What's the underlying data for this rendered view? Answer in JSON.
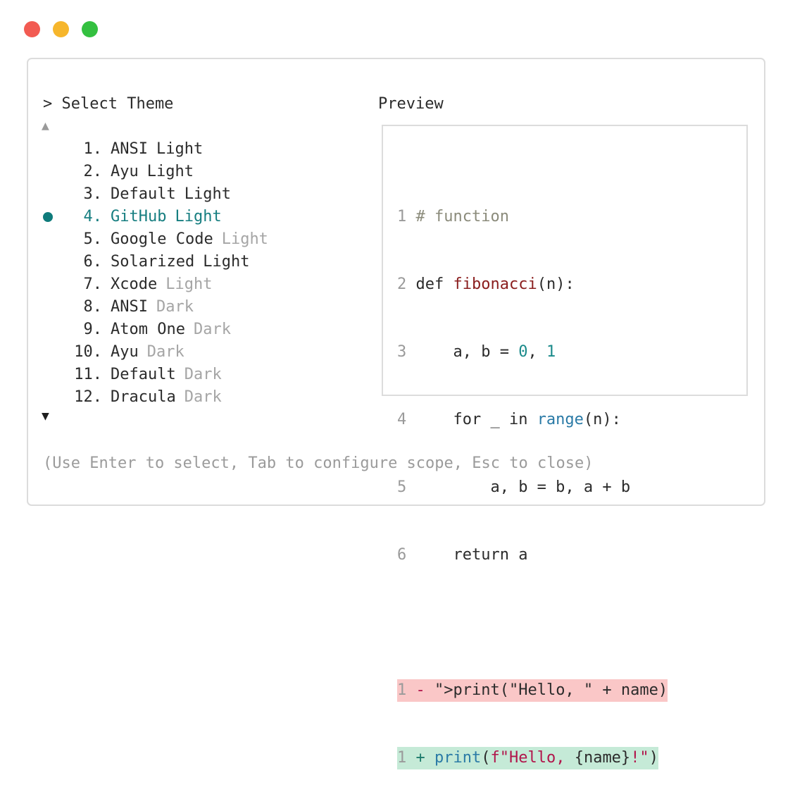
{
  "window": {
    "controls": [
      "close",
      "minimize",
      "maximize"
    ]
  },
  "selector": {
    "title": "> Select Theme",
    "scroll_up": "▲",
    "scroll_down": "▼",
    "selected_index": 3,
    "items": [
      {
        "num": "1.",
        "name": "ANSI",
        "suffix": "Light",
        "suffix_muted": false
      },
      {
        "num": "2.",
        "name": "Ayu",
        "suffix": "Light",
        "suffix_muted": false
      },
      {
        "num": "3.",
        "name": "Default",
        "suffix": "Light",
        "suffix_muted": false
      },
      {
        "num": "4.",
        "name": "GitHub",
        "suffix": "Light",
        "suffix_muted": false
      },
      {
        "num": "5.",
        "name": "Google Code",
        "suffix": "Light",
        "suffix_muted": true
      },
      {
        "num": "6.",
        "name": "Solarized",
        "suffix": "Light",
        "suffix_muted": false
      },
      {
        "num": "7.",
        "name": "Xcode",
        "suffix": "Light",
        "suffix_muted": true
      },
      {
        "num": "8.",
        "name": "ANSI",
        "suffix": "Dark",
        "suffix_muted": true
      },
      {
        "num": "9.",
        "name": "Atom One",
        "suffix": "Dark",
        "suffix_muted": true
      },
      {
        "num": "10.",
        "name": "Ayu",
        "suffix": "Dark",
        "suffix_muted": true
      },
      {
        "num": "11.",
        "name": "Default",
        "suffix": "Dark",
        "suffix_muted": true
      },
      {
        "num": "12.",
        "name": "Dracula",
        "suffix": "Dark",
        "suffix_muted": true
      }
    ]
  },
  "preview": {
    "title": "Preview",
    "code_lines": [
      {
        "ln": "1",
        "text": "# function"
      },
      {
        "ln": "2",
        "text": "def fibonacci(n):"
      },
      {
        "ln": "3",
        "text": "    a, b = 0, 1"
      },
      {
        "ln": "4",
        "text": "    for _ in range(n):"
      },
      {
        "ln": "5",
        "text": "        a, b = b, a + b"
      },
      {
        "ln": "6",
        "text": "    return a"
      }
    ],
    "diff_removed": {
      "ln": "1",
      "sign": "-",
      "text": "print(\"Hello, \" + name)"
    },
    "diff_added": {
      "ln": "1",
      "sign": "+",
      "text": "print(f\"Hello, {name}!\")"
    }
  },
  "hint": "(Use Enter to select, Tab to configure scope, Esc to close)",
  "colors": {
    "accent": "#167e80",
    "muted": "#a5a5a5",
    "diff_removed_bg": "#fac7c7",
    "diff_added_bg": "#c5ead7"
  }
}
